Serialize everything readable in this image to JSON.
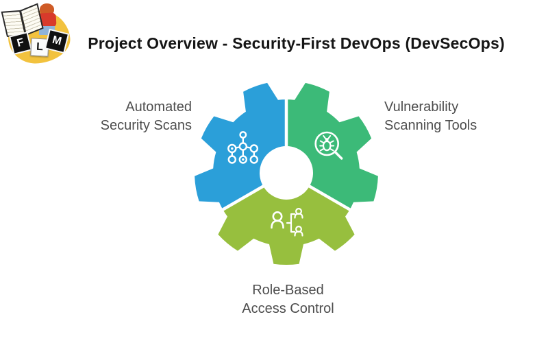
{
  "title": {
    "text": "Project Overview - Security-First DevOps (DevSecOps)"
  },
  "logo": {
    "name": "FLM",
    "letters": [
      "F",
      "L",
      "M"
    ],
    "blob_color": "#F2C23E"
  },
  "diagram": {
    "type": "gear-infographic",
    "background": "#ffffff",
    "hole_color": "#ffffff",
    "divider_color": "#ffffff",
    "icon_color": "#ffffff",
    "segments": [
      {
        "label": "Automated Security Scans",
        "color": "#2B9FD9",
        "icon": "network-nodes-icon",
        "position": "top-left"
      },
      {
        "label": "Vulnerability Scanning Tools",
        "color": "#3CBA78",
        "icon": "bug-magnifier-icon",
        "position": "top-right"
      },
      {
        "label": "Role-Based Access Control",
        "color": "#97BF3E",
        "icon": "user-hierarchy-icon",
        "position": "bottom"
      }
    ]
  },
  "text_colors": {
    "title": "#151515",
    "labels": "#4d4d4d"
  }
}
